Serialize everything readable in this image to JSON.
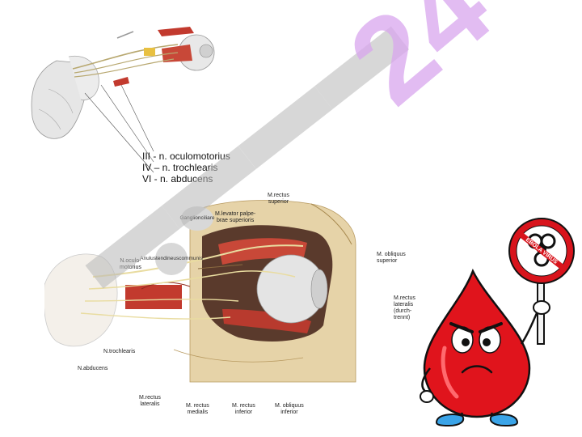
{
  "legend": {
    "line1": "III - n. oculomotorius",
    "line2": "IV – n. trochlearis",
    "line3": "VI - n. abducens"
  },
  "labels": {
    "rectus_superior": [
      "M.rectus",
      "superior"
    ],
    "levator": [
      "M.levator palpe-",
      "brae superioris"
    ],
    "ganglion": [
      "Ganglion",
      "ciliare"
    ],
    "anulus": [
      "Anulus",
      "tendineus",
      "communis"
    ],
    "oculomotorius": [
      "N.oculo-",
      "motorius"
    ],
    "obliquus_superior": [
      "M. obliquus",
      "superior"
    ],
    "rectus_lateralis_durch": [
      "M.rectus",
      "lateralis",
      "(durch-",
      "trennt)"
    ],
    "trochlearis": "N.trochlearis",
    "abducens": "N.abducens",
    "rectus_lateralis": [
      "M.rectus",
      "lateralis"
    ],
    "rectus_medialis": [
      "M. rectus",
      "medialis"
    ],
    "rectus_inferior": [
      "M. rectus",
      "inferior"
    ],
    "obliquus_inferior": [
      "M. obliquus",
      "inferior"
    ]
  },
  "sign": {
    "text": "EBOLA VIRUS"
  },
  "watermark": {
    "text": "24"
  },
  "colors": {
    "muscle": "#c23a2e",
    "nerve": "#e9dca0",
    "bone": "#e6d3a8",
    "drop": "#e0141c",
    "sign_red": "#d8141c",
    "watermark": "#d9a6ee"
  }
}
